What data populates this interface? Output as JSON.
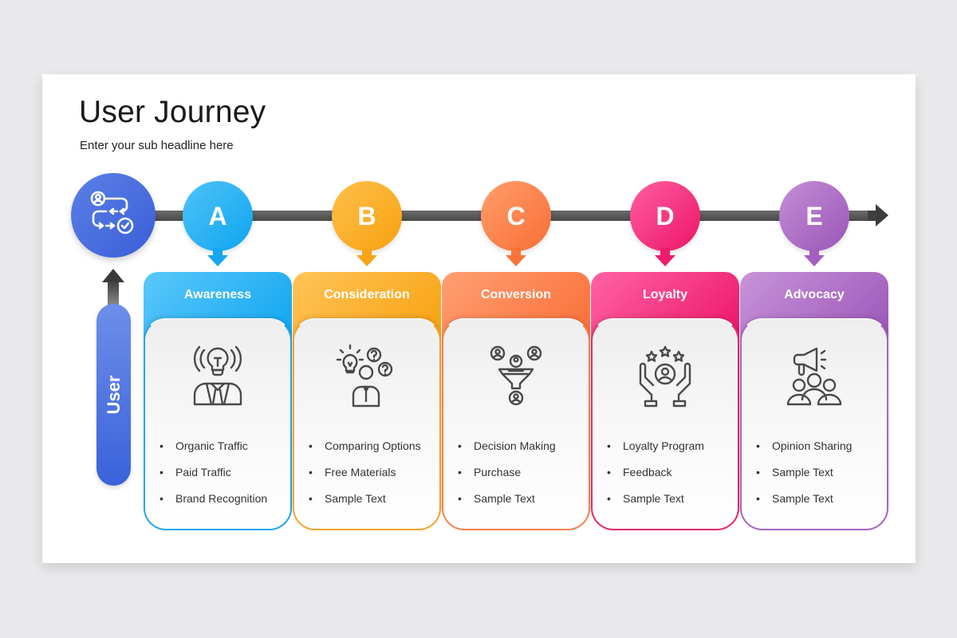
{
  "header": {
    "title": "User Journey",
    "subtitle": "Enter your sub headline here"
  },
  "user_axis": {
    "label": "User",
    "icon": "user-journey-flow-icon",
    "color": "#4a6fe0"
  },
  "timeline": {
    "color": "#4a4a4a",
    "direction": "right"
  },
  "stages": [
    {
      "letter": "A",
      "title": "Awareness",
      "icon": "idea-person-icon",
      "color_start": "#4fc3f7",
      "color_end": "#0ea5f0",
      "items": [
        "Organic Traffic",
        "Paid Traffic",
        "Brand Recognition"
      ]
    },
    {
      "letter": "B",
      "title": "Consideration",
      "icon": "thinking-person-icon",
      "color_start": "#ffc04d",
      "color_end": "#f7a10f",
      "items": [
        "Comparing Options",
        "Free Materials",
        "Sample Text"
      ]
    },
    {
      "letter": "C",
      "title": "Conversion",
      "icon": "funnel-users-icon",
      "color_start": "#ff9d6b",
      "color_end": "#f96e36",
      "items": [
        "Decision Making",
        "Purchase",
        "Sample Text"
      ]
    },
    {
      "letter": "D",
      "title": "Loyalty",
      "icon": "hands-user-stars-icon",
      "color_start": "#ff5fa2",
      "color_end": "#ec1466",
      "items": [
        "Loyalty Program",
        "Feedback",
        "Sample Text"
      ]
    },
    {
      "letter": "E",
      "title": "Advocacy",
      "icon": "megaphone-group-icon",
      "color_start": "#c38fd6",
      "color_end": "#9b55b8",
      "items": [
        "Opinion Sharing",
        "Sample Text",
        "Sample Text"
      ]
    }
  ],
  "bullet_char": "•"
}
